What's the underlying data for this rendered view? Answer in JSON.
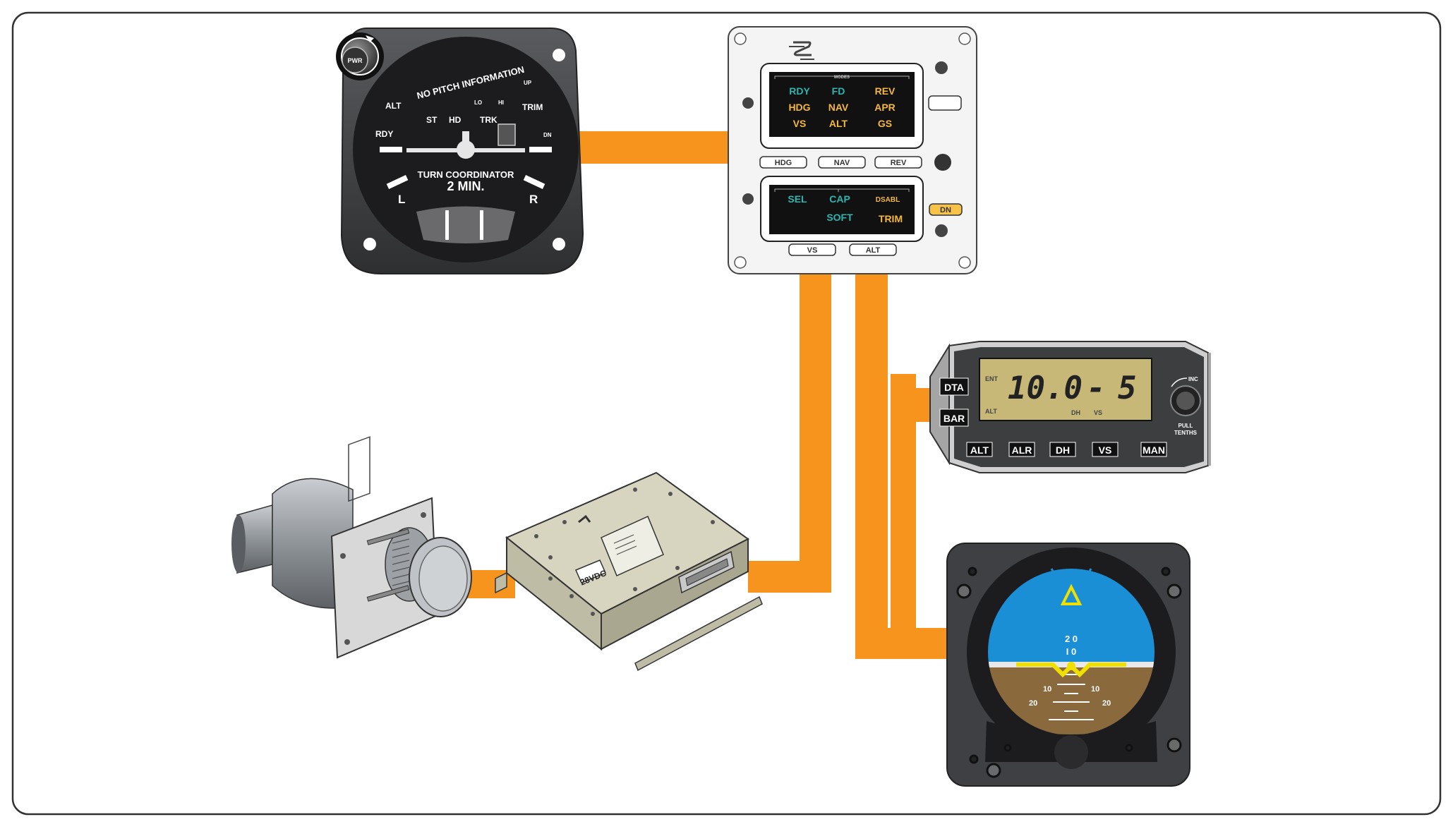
{
  "colors": {
    "wire": "#f7941d",
    "annun_teal": "#2cb5b0",
    "annun_amber": "#f5b83d",
    "sky": "#1b8fd6",
    "ground": "#8a6a3c",
    "lcd": "#c8b878",
    "bezel_dark": "#3f4043",
    "panel_light": "#f4f4f4",
    "dn_button": "#f6c24a"
  },
  "turn_coordinator": {
    "pwr": "PWR",
    "arc_label": "NO PITCH INFORMATION",
    "alt": "ALT",
    "rdy": "RDY",
    "trim": "TRIM",
    "up": "UP",
    "dn": "DN",
    "lo": "LO",
    "hi": "HI",
    "st": "ST",
    "hd": "HD",
    "trk": "TRK",
    "title": "TURN COORDINATOR",
    "rate": "2 MIN.",
    "left": "L",
    "right": "R"
  },
  "mode_panel": {
    "modes_label": "MODES",
    "top_annunciators": [
      {
        "text": "RDY",
        "color": "teal"
      },
      {
        "text": "FD",
        "color": "teal"
      },
      {
        "text": "REV",
        "color": "amber"
      },
      {
        "text": "HDG",
        "color": "amber"
      },
      {
        "text": "NAV",
        "color": "amber"
      },
      {
        "text": "APR",
        "color": "amber"
      },
      {
        "text": "VS",
        "color": "amber"
      },
      {
        "text": "ALT",
        "color": "amber"
      },
      {
        "text": "GS",
        "color": "amber"
      }
    ],
    "top_buttons": [
      "HDG",
      "NAV",
      "REV"
    ],
    "bottom_annunciators": [
      {
        "text": "SEL",
        "color": "teal"
      },
      {
        "text": "CAP",
        "color": "teal"
      },
      {
        "text": "DSABL",
        "color": "amber"
      },
      {
        "text": "SOFT",
        "color": "teal"
      },
      {
        "text": "TRIM",
        "color": "amber"
      }
    ],
    "bottom_buttons": [
      "VS",
      "ALT"
    ],
    "dn_button": "DN"
  },
  "altitude_preselect": {
    "dta": "DTA",
    "bar": "BAR",
    "ent": "ENT",
    "alt_small": "ALT",
    "dh_small": "DH",
    "vs_small": "VS",
    "readout_value": "10.0",
    "readout_sep": "-",
    "readout_rate": "5",
    "knob_inc": "INC",
    "knob_pull": "PULL",
    "knob_tenths": "TENTHS",
    "buttons": [
      "ALT",
      "ALR",
      "DH",
      "VS",
      "MAN"
    ]
  },
  "computer": {
    "power_label": "28VDC"
  },
  "attitude_indicator": {
    "pitch_20": "2 0",
    "pitch_10": "I 0",
    "left_10": "10",
    "right_10": "10",
    "left_20": "20",
    "right_20": "20"
  }
}
